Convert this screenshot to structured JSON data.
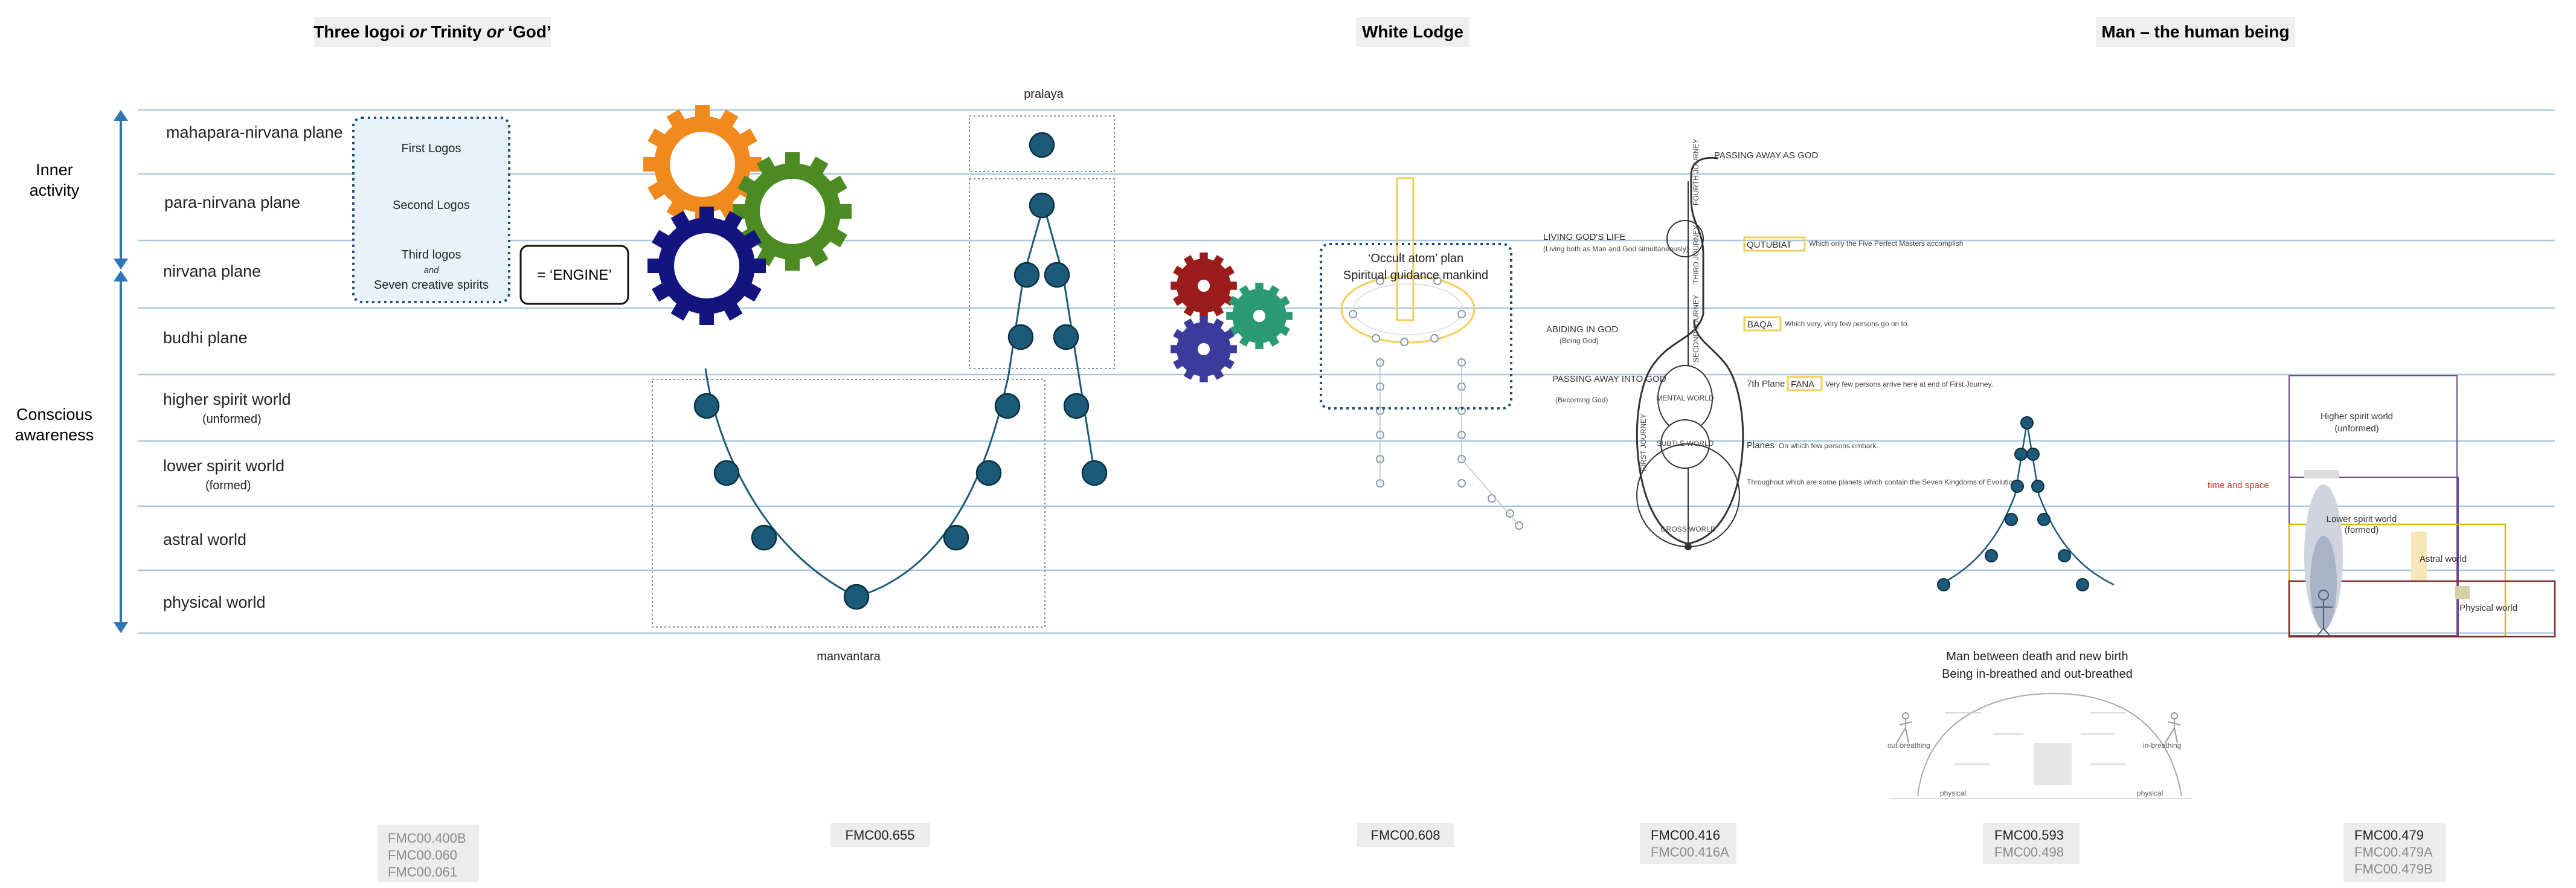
{
  "headings": {
    "logoi_pre": "Three logoi ",
    "logoi_or1": "or",
    "logoi_mid": " Trinity ",
    "logoi_or2": "or",
    "logoi_post": " ‘God’",
    "white_lodge": "White Lodge",
    "man": "Man – the human being"
  },
  "side_labels": {
    "inner_1": "Inner",
    "inner_2": "activity",
    "conscious_1": "Conscious",
    "conscious_2": "awareness"
  },
  "planes": {
    "p1": "mahapara-nirvana plane",
    "p2": "para-nirvana plane",
    "p3": "nirvana plane",
    "p4": "budhi plane",
    "p5": "higher spirit world",
    "p5_sub": "(unformed)",
    "p6": "lower spirit world",
    "p6_sub": "(formed)",
    "p7": "astral world",
    "p8": "physical world"
  },
  "logos": {
    "first": "First Logos",
    "second": "Second Logos",
    "third": "Third logos",
    "and": "and",
    "seven": "Seven creative spirits",
    "engine": "= ‘ENGINE’"
  },
  "cycle": {
    "pralaya": "pralaya",
    "manvantara": "manvantara"
  },
  "white_lodge_box": {
    "line1": "‘Occult atom’ plan",
    "line2": "Spiritual guidance mankind"
  },
  "god_chart": {
    "passing_away": "PASSING AWAY AS GOD",
    "living_gods_life": "LIVING GOD'S LIFE",
    "living_note": "(Living both as Man and God simultaneously)",
    "qutubiat": "QUTUBIAT",
    "qutubiat_note": "Which only the Five Perfect Masters accomplish",
    "abiding": "ABIDING IN GOD",
    "abiding_note": "(Being God)",
    "baqa": "BAQA",
    "baqa_note": "Which very, very few persons go on to.",
    "passing_into": "PASSING AWAY INTO GOD",
    "passing_into_note": "(Becoming God)",
    "plane7": "7th Plane",
    "fana": "FANA",
    "fana_note": "Very few persons arrive here at end of First Journey.",
    "planes_label": "Planes",
    "planes_note": "On which few persons embark.",
    "throughout": "Throughout which are some planets which contain the Seven Kingdoms of Evolution.",
    "mental": "MENTAL WORLD",
    "subtle": "SUBTLE WORLD",
    "first_journey": "FIRST JOURNEY",
    "second_journey": "SECOND JOURNEY",
    "third_journey": "THIRD JOURNEY",
    "fourth_journey": "FOURTH JOURNEY",
    "gross": "GROSS WORLD"
  },
  "man_section": {
    "caption1": "Man between death and new birth",
    "caption2": "Being in-breathed and out-breathed",
    "out_breathing": "out-breathing",
    "in_breathing": "in-breathing",
    "physical_left": "physical",
    "physical_right": "physical"
  },
  "worlds_box": {
    "higher": "Higher spirit world",
    "higher_sub": "(unformed)",
    "time_space": "time and space",
    "lower": "Lower spirit world",
    "lower_sub": "(formed)",
    "astral": "Astral world",
    "physical": "Physical world"
  },
  "references": {
    "ref1": [
      "FMC00.400B",
      "FMC00.060",
      "FMC00.061"
    ],
    "ref2": [
      "FMC00.655"
    ],
    "ref3": [
      "FMC00.608"
    ],
    "ref4": [
      "FMC00.416",
      "FMC00.416A"
    ],
    "ref5": [
      "FMC00.593",
      "FMC00.498"
    ],
    "ref6": [
      "FMC00.479",
      "FMC00.479A",
      "FMC00.479B"
    ]
  },
  "colors": {
    "line": "#a9c8e0",
    "arrow": "#2e75b6",
    "node": "#1b5a78",
    "dotted_box": "#1f4e79",
    "gear_orange": "#f08a1c",
    "gear_green": "#4b8b22",
    "gear_navy": "#14147f",
    "gear_red": "#9a1c1c",
    "gear_teal": "#2a9a75",
    "gear_purple": "#3b3b9c",
    "highlight": "#f2ce5a",
    "time_space": "#c0392b"
  }
}
